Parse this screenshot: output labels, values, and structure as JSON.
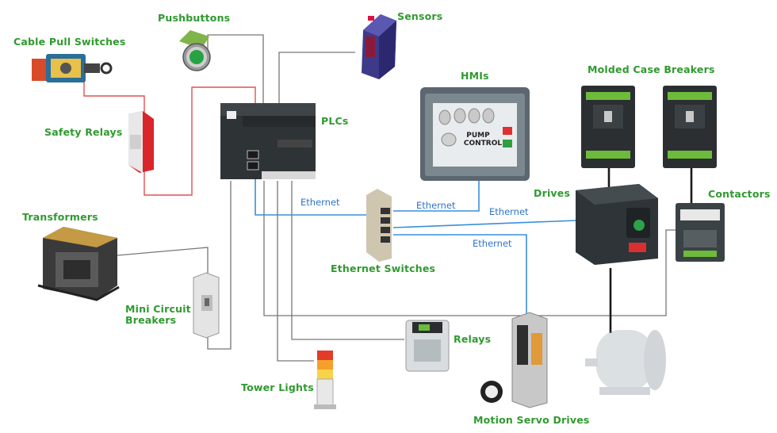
{
  "labels": {
    "pushbuttons": "Pushbuttons",
    "sensors": "Sensors",
    "cable_pull_switches": "Cable Pull Switches",
    "safety_relays": "Safety Relays",
    "plcs": "PLCs",
    "hmis": "HMIs",
    "molded_case_breakers": "Molded Case Breakers",
    "drives": "Drives",
    "contactors": "Contactors",
    "transformers": "Transformers",
    "ethernet_switches": "Ethernet Switches",
    "mini_circuit_breakers_line1": "Mini Circuit",
    "mini_circuit_breakers_line2": "Breakers",
    "relays": "Relays",
    "tower_lights": "Tower Lights",
    "motion_servo_drives": "Motion Servo Drives"
  },
  "ethernet_links": {
    "plc": "Ethernet",
    "hmi": "Ethernet",
    "drive": "Ethernet",
    "servo": "Ethernet"
  },
  "hmi_screen": {
    "line1": "PUMP",
    "line2": "CONTROL"
  },
  "colors": {
    "label_green": "#2f9a2f",
    "ethernet_blue": "#3a8ede",
    "safety_wire_red": "#e05050",
    "signal_wire_gray": "#777777"
  }
}
